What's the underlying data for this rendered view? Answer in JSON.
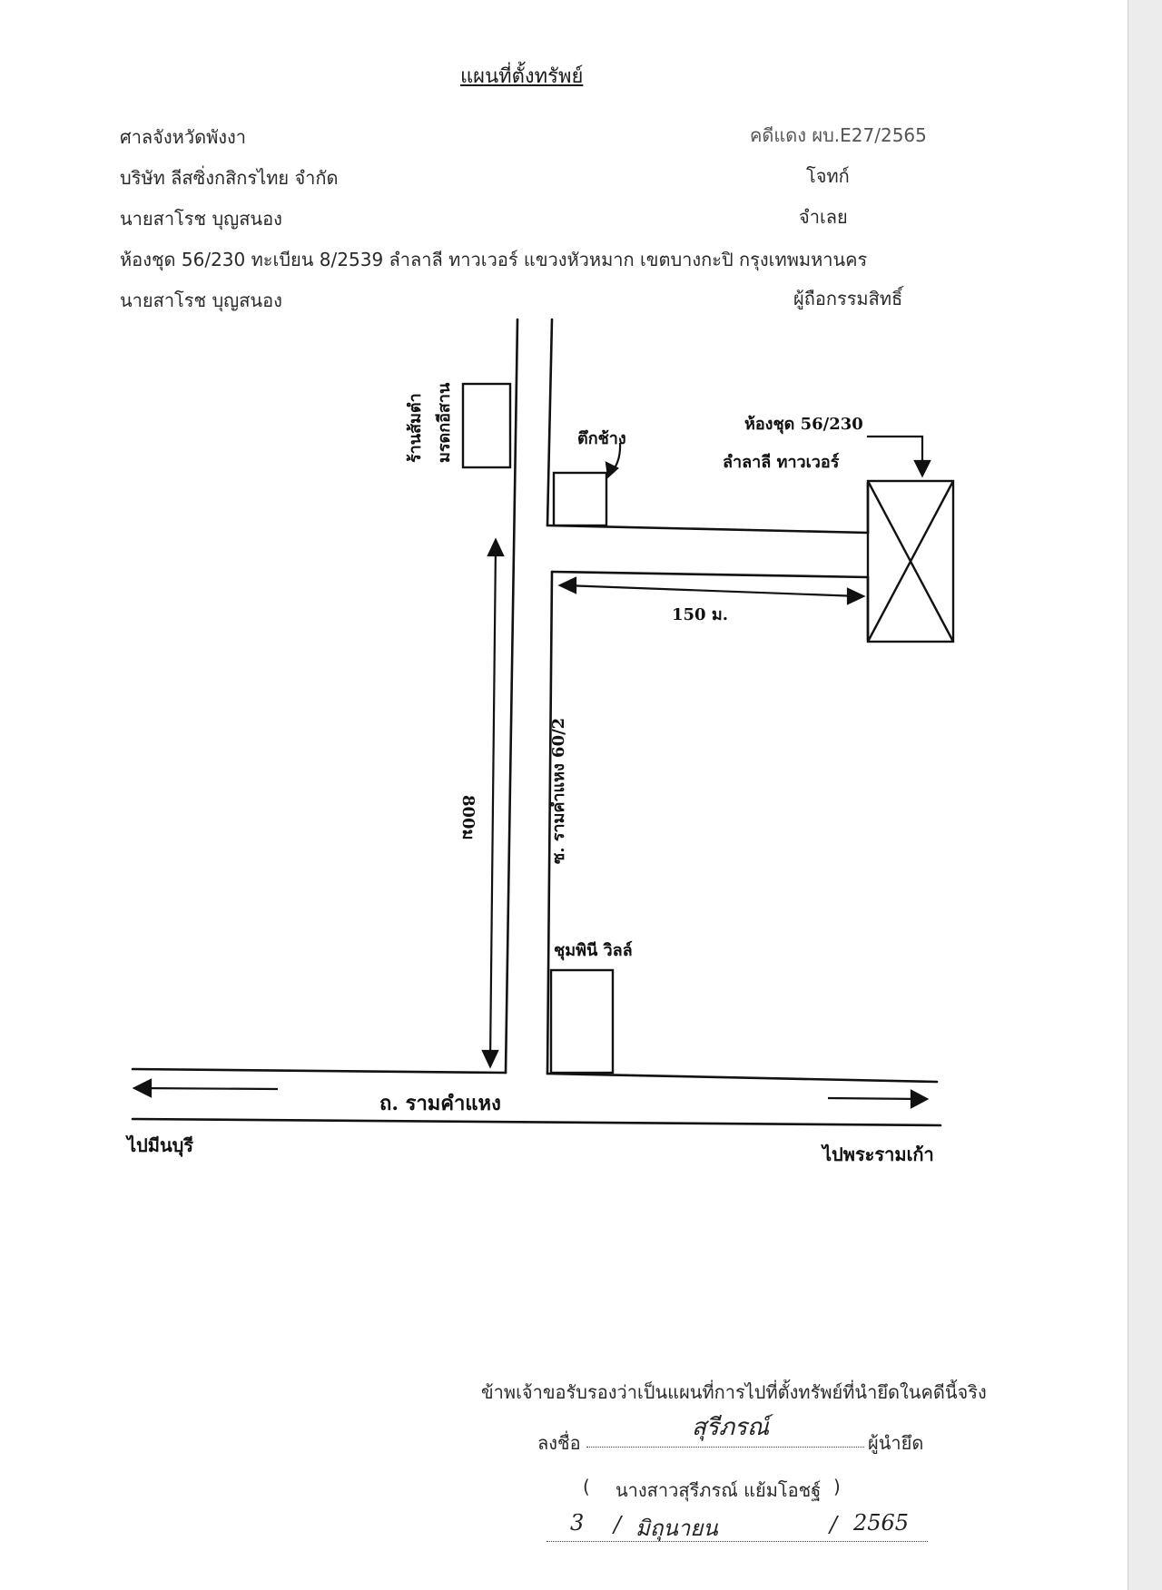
{
  "header": {
    "title": "แผนที่ตั้งทรัพย์",
    "court": "ศาลจังหวัดพังงา",
    "case_no": "คดีแดง ผบ.E27/2565",
    "plaintiff": "บริษัท ลีสซิ่งกสิกรไทย จำกัด",
    "plaintiff_role": "โจทก์",
    "defendant": "นายสาโรช บุญสนอง",
    "defendant_role": "จำเลย",
    "property": "ห้องชุด 56/230 ทะเบียน 8/2539 ลำลาลี ทาวเวอร์ แขวงหัวหมาก เขตบางกะปิ กรุงเทพมหานคร",
    "owner": "นายสาโรช บุญสนอง",
    "owner_role": "ผู้ถือกรรมสิทธิ์"
  },
  "map": {
    "shop_label_1": "ร้านส้มตำ",
    "shop_label_2": "มรดกอีสาน",
    "building_label": "ตึกช้าง",
    "target_label_1": "ห้องชุด 56/230",
    "target_label_2": "ลำลาลี ทาวเวอร์",
    "distance_horizontal": "150 ม.",
    "distance_vertical": "800ม",
    "soi_label": "ซ. รามคำแหง 60/2",
    "village_label": "ชุมพินี วิลล์",
    "main_road": "ถ. รามคำแหง",
    "left_direction": "ไปมีนบุรี",
    "right_direction": "ไปพระรามเก้า"
  },
  "footer": {
    "certify": "ข้าพเจ้าขอรับรองว่าเป็นแผนที่การไปที่ตั้งทรัพย์ที่นำยึดในคดีนี้จริง",
    "sign_prefix": "ลงชื่อ",
    "sign_suffix": "ผู้นำยึด",
    "signature": "สุรีภรณ์",
    "name_open": "(",
    "name": "นางสาวสุรีภรณ์ แย้มโอชฐ์",
    "name_close": ")",
    "date_day": "3",
    "date_month": "มิถุนายน",
    "date_year": "2565",
    "date_sep": "/"
  }
}
